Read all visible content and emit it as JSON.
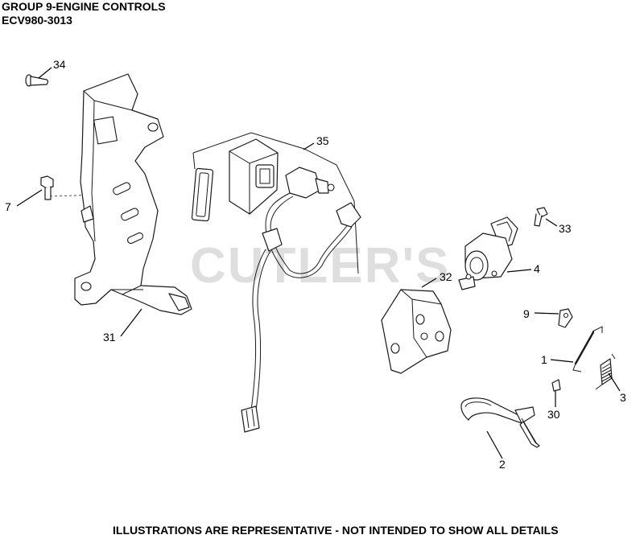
{
  "header": {
    "title": "GROUP 9-ENGINE CONTROLS",
    "model": "ECV980-3013"
  },
  "watermark": "CUTLER'S",
  "footer": {
    "note": "ILLUSTRATIONS ARE REPRESENTATIVE - NOT INTENDED TO SHOW ALL DETAILS"
  },
  "callouts": {
    "c34": "34",
    "c7": "7",
    "c35": "35",
    "c33": "33",
    "c4": "4",
    "c32": "32",
    "c9": "9",
    "c1": "1",
    "c3": "3",
    "c30": "30",
    "c31": "31",
    "c2": "2"
  }
}
